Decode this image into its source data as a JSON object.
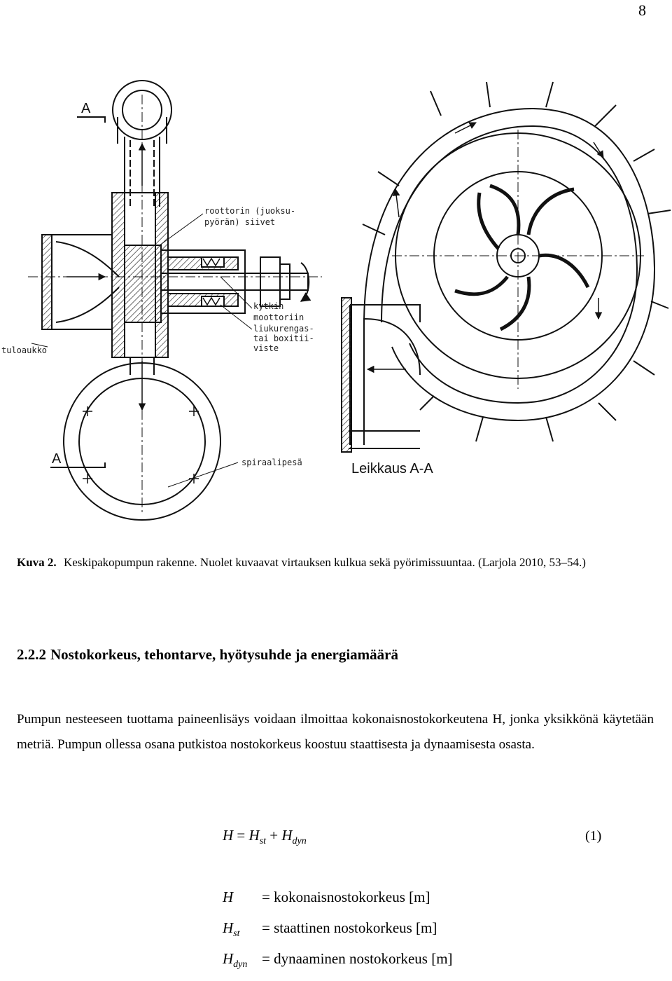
{
  "page": {
    "number": "8"
  },
  "figure": {
    "labels": {
      "section_a_top": "A",
      "section_a_bottom": "A",
      "rotor_blades": [
        "roottorin (juoksu-",
        "pyörän) siivet"
      ],
      "coupling": [
        "kytkin",
        "moottoriin"
      ],
      "seal": [
        "liukurengas-",
        "tai boxitii-",
        "viste"
      ],
      "inlet": "tuloaukko",
      "volute": "spiraalipesä",
      "section_title": "Leikkaus A-A"
    }
  },
  "caption": {
    "label": "Kuva 2.",
    "text": "Keskipakopumpun rakenne. Nuolet kuvaavat virtauksen kulkua sekä pyörimissuuntaa. (Larjola 2010, 53–54.)"
  },
  "section": {
    "number": "2.2.2",
    "title": "Nostokorkeus, tehontarve, hyötysuhde ja energiamäärä"
  },
  "body": {
    "paragraph": "Pumpun nesteeseen tuottama paineenlisäys voidaan ilmoittaa kokonaisnostokorkeutena H, jonka yksikkönä käytetään metriä. Pumpun ollessa osana putkistoa nostokorkeus koostuu staattisesta ja dynaamisesta osasta."
  },
  "equation": {
    "lhs": "H",
    "eq": " = ",
    "term1": "H",
    "term1_sub": "st",
    "plus": " + ",
    "term2": "H",
    "term2_sub": "dyn",
    "number": "(1)"
  },
  "definitions": [
    {
      "symbol": "H",
      "sub": "",
      "text": "= kokonaisnostokorkeus [m]"
    },
    {
      "symbol": "H",
      "sub": "st",
      "text": "= staattinen nostokorkeus [m]"
    },
    {
      "symbol": "H",
      "sub": "dyn",
      "text": "= dynaaminen nostokorkeus [m]"
    }
  ]
}
